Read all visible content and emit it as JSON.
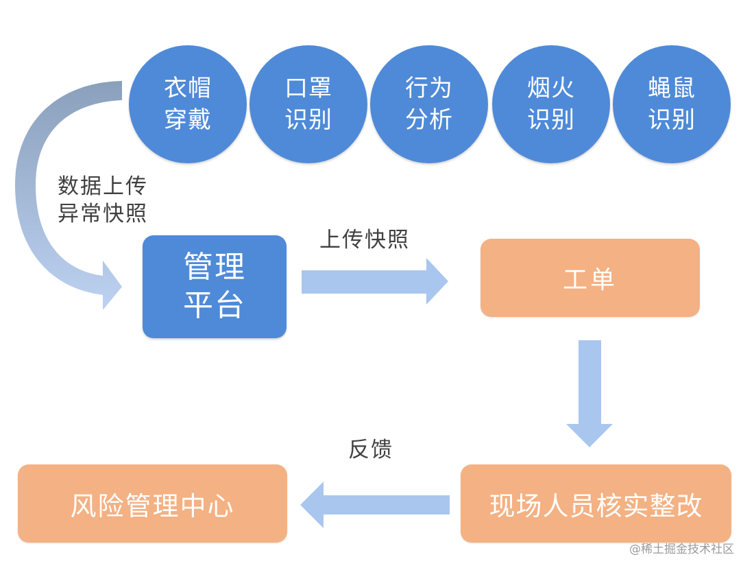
{
  "detections": [
    {
      "line1": "衣帽",
      "line2": "穿戴"
    },
    {
      "line1": "口罩",
      "line2": "识别"
    },
    {
      "line1": "行为",
      "line2": "分析"
    },
    {
      "line1": "烟火",
      "line2": "识别"
    },
    {
      "line1": "蝇鼠",
      "line2": "识别"
    }
  ],
  "upload_label": {
    "line1": "数据上传",
    "line2": "异常快照"
  },
  "platform": {
    "line1": "管理",
    "line2": "平台"
  },
  "snapshot_label": "上传快照",
  "work_order": "工单",
  "field_check": "现场人员核实整改",
  "feedback_label": "反馈",
  "risk_center": "风险管理中心",
  "watermark": "@稀土掘金技术社区",
  "colors": {
    "primary_blue": "#4f8ad8",
    "light_arrow": "#a9c6ee",
    "orange": "#f4b183"
  }
}
